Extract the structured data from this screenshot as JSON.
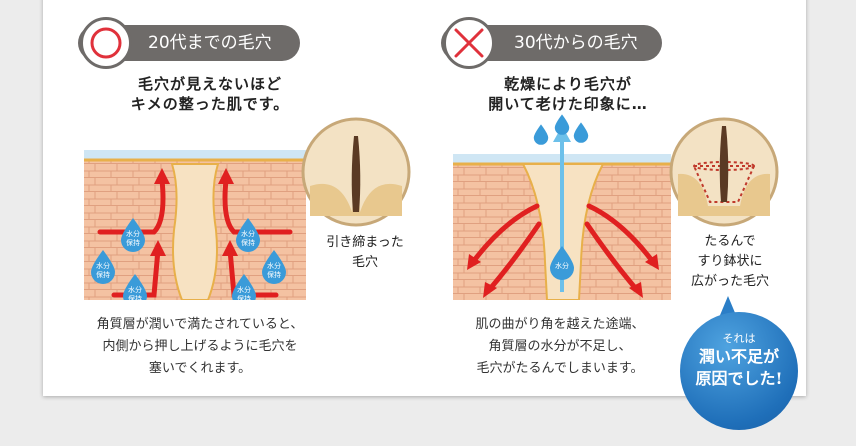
{
  "left": {
    "badge_icon": "circle-mark-icon",
    "title": "20代までの毛穴",
    "heading_line1": "毛穴が見えないほど",
    "heading_line2": "キメの整った肌です。",
    "caption_line1": "引き締まった",
    "caption_line2": "毛穴",
    "body_line1": "角質層が潤いで満たされていると、",
    "body_line2": "内側から押し上げるように毛穴を",
    "body_line3": "塞いでくれます。",
    "drop_line1": "水分",
    "drop_line2": "保持"
  },
  "right": {
    "badge_icon": "cross-mark-icon",
    "title": "30代からの毛穴",
    "heading_line1": "乾燥により毛穴が",
    "heading_line2": "開いて老けた印象に…",
    "caption_line1": "たるんで",
    "caption_line2": "すり鉢状に",
    "caption_line3": "広がった毛穴",
    "body_line1": "肌の曲がり角を越えた途端、",
    "body_line2": "角質層の水分が不足し、",
    "body_line3": "毛穴がたるんでしまいます。",
    "drop_label": "水分"
  },
  "bubble": {
    "line1": "それは",
    "line2": "潤い不足が",
    "line3": "原因でした!"
  },
  "colors": {
    "pill": "#6e6b69",
    "circle_mark": "#e0313b",
    "cross_mark": "#e0313b",
    "arrow": "#e02020",
    "water": "#3a9bd9",
    "bubble": "#1f6fb9"
  }
}
